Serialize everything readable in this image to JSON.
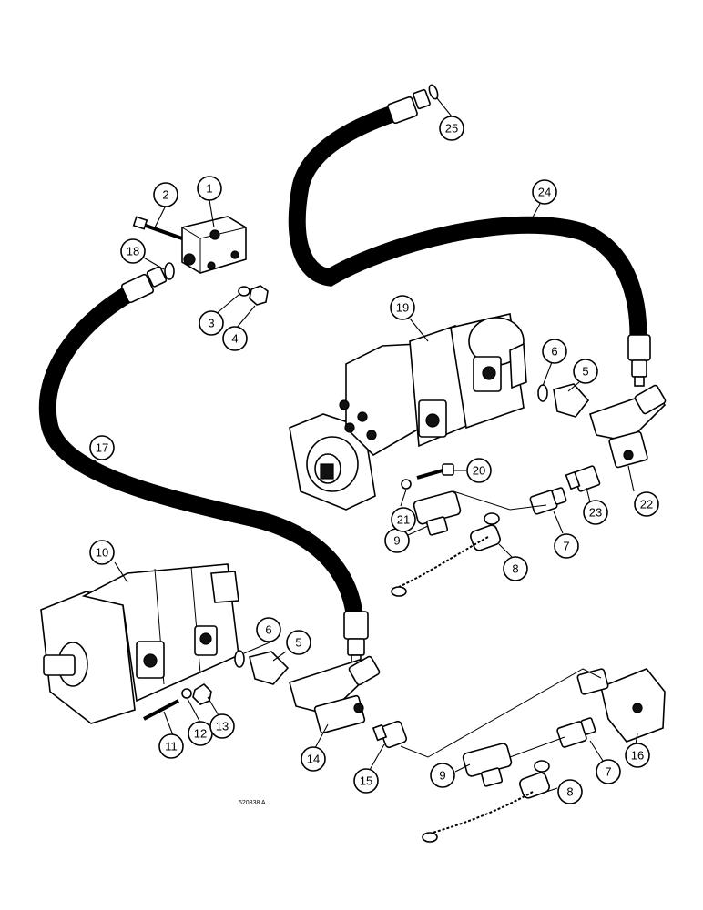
{
  "drawing_ref": "520838 A",
  "callouts": [
    {
      "n": "1"
    },
    {
      "n": "2"
    },
    {
      "n": "3"
    },
    {
      "n": "4"
    },
    {
      "n": "5"
    },
    {
      "n": "6"
    },
    {
      "n": "7"
    },
    {
      "n": "8"
    },
    {
      "n": "9"
    },
    {
      "n": "10"
    },
    {
      "n": "11"
    },
    {
      "n": "12"
    },
    {
      "n": "13"
    },
    {
      "n": "14"
    },
    {
      "n": "15"
    },
    {
      "n": "16"
    },
    {
      "n": "17"
    },
    {
      "n": "18"
    },
    {
      "n": "19"
    },
    {
      "n": "20"
    },
    {
      "n": "21"
    },
    {
      "n": "22"
    },
    {
      "n": "23"
    },
    {
      "n": "24"
    },
    {
      "n": "25"
    },
    {
      "n": "5"
    },
    {
      "n": "6"
    },
    {
      "n": "7"
    },
    {
      "n": "8"
    },
    {
      "n": "9"
    }
  ]
}
